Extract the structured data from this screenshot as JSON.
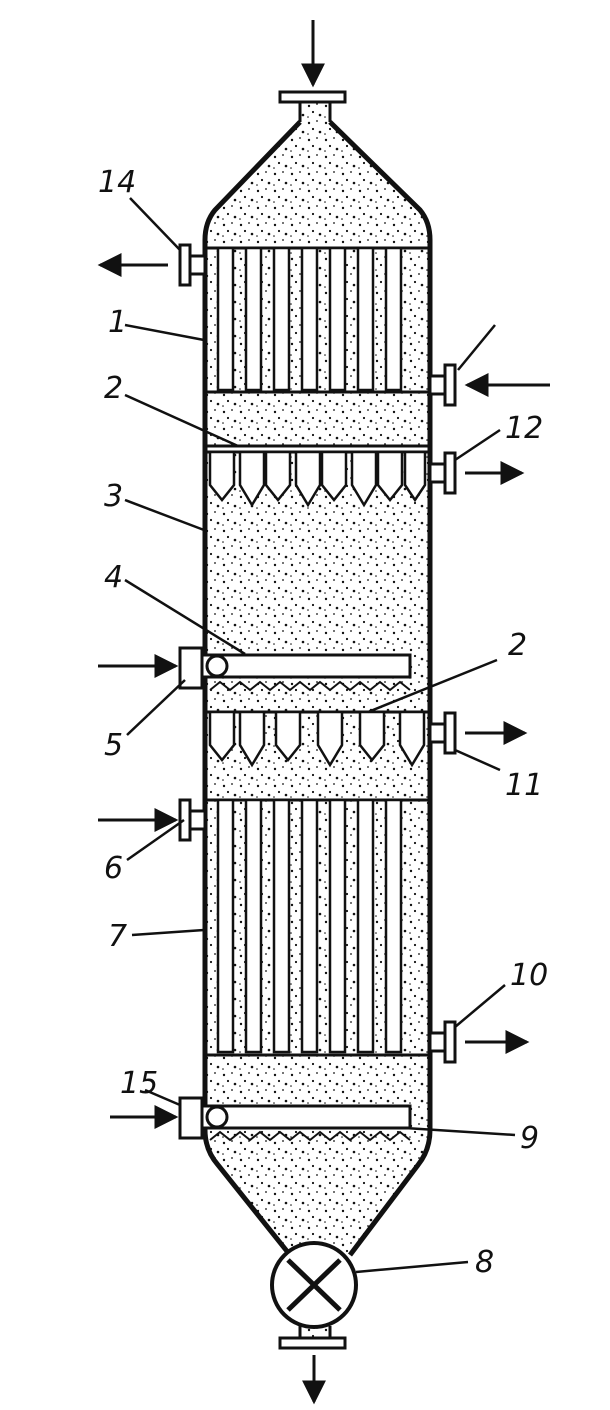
{
  "diagram": {
    "labels": {
      "l1": "1",
      "l2a": "2",
      "l2b": "2",
      "l3": "3",
      "l4": "4",
      "l5": "5",
      "l6": "6",
      "l7": "7",
      "l8": "8",
      "l9": "9",
      "l10": "10",
      "l11": "11",
      "l12": "12",
      "l14": "14",
      "l15": "15"
    },
    "colors": {
      "ink": "#111111",
      "paper": "#ffffff"
    }
  }
}
